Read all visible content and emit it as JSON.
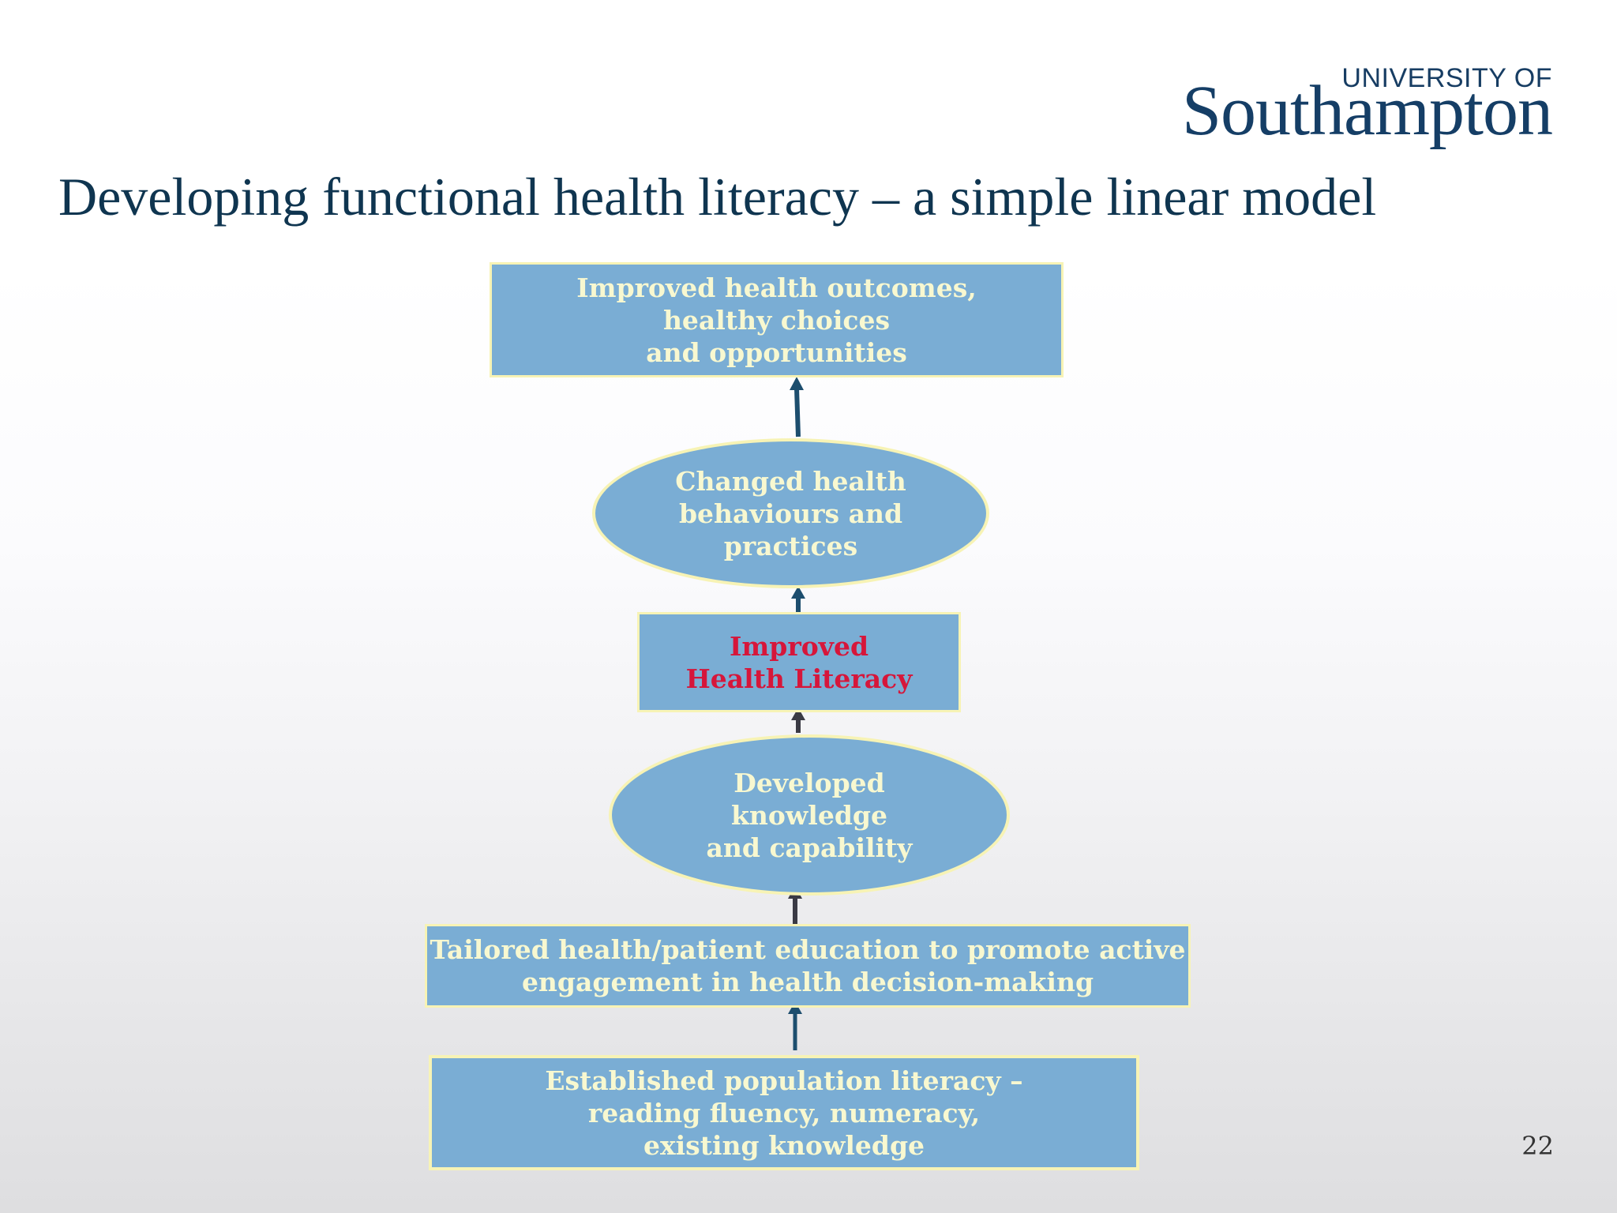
{
  "logo": {
    "line1": "UNIVERSITY OF",
    "line2": "Southampton"
  },
  "title": "Developing functional health literacy – a simple linear model",
  "page_number": "22",
  "nodes": [
    {
      "id": "outcomes",
      "shape": "rectangle",
      "label": "Improved health outcomes,\nhealthy choices\nand opportunities"
    },
    {
      "id": "behaviours",
      "shape": "ellipse",
      "label": "Changed health\nbehaviours and\npractices"
    },
    {
      "id": "health-literacy",
      "shape": "rectangle",
      "label": "Improved\nHealth Literacy",
      "text_color": "#d6163a"
    },
    {
      "id": "knowledge",
      "shape": "ellipse",
      "label": "Developed\nknowledge\nand capability"
    },
    {
      "id": "education",
      "shape": "rectangle",
      "label": "Tailored health/patient education  to promote active\nengagement in health decision-making"
    },
    {
      "id": "population-literacy",
      "shape": "rectangle",
      "label": "Established population literacy –\nreading fluency, numeracy,\nexisting knowledge"
    }
  ],
  "edges": [
    {
      "from": "population-literacy",
      "to": "education"
    },
    {
      "from": "education",
      "to": "knowledge"
    },
    {
      "from": "knowledge",
      "to": "health-literacy"
    },
    {
      "from": "health-literacy",
      "to": "behaviours"
    },
    {
      "from": "behaviours",
      "to": "outcomes"
    }
  ],
  "colors": {
    "node_fill": "#7aadd4",
    "node_border": "#f7f3b5",
    "node_text": "#f8f8d0",
    "highlight_text": "#d6163a",
    "arrow": "#1d4e6e",
    "title": "#0f3550",
    "logo": "#153e66"
  }
}
